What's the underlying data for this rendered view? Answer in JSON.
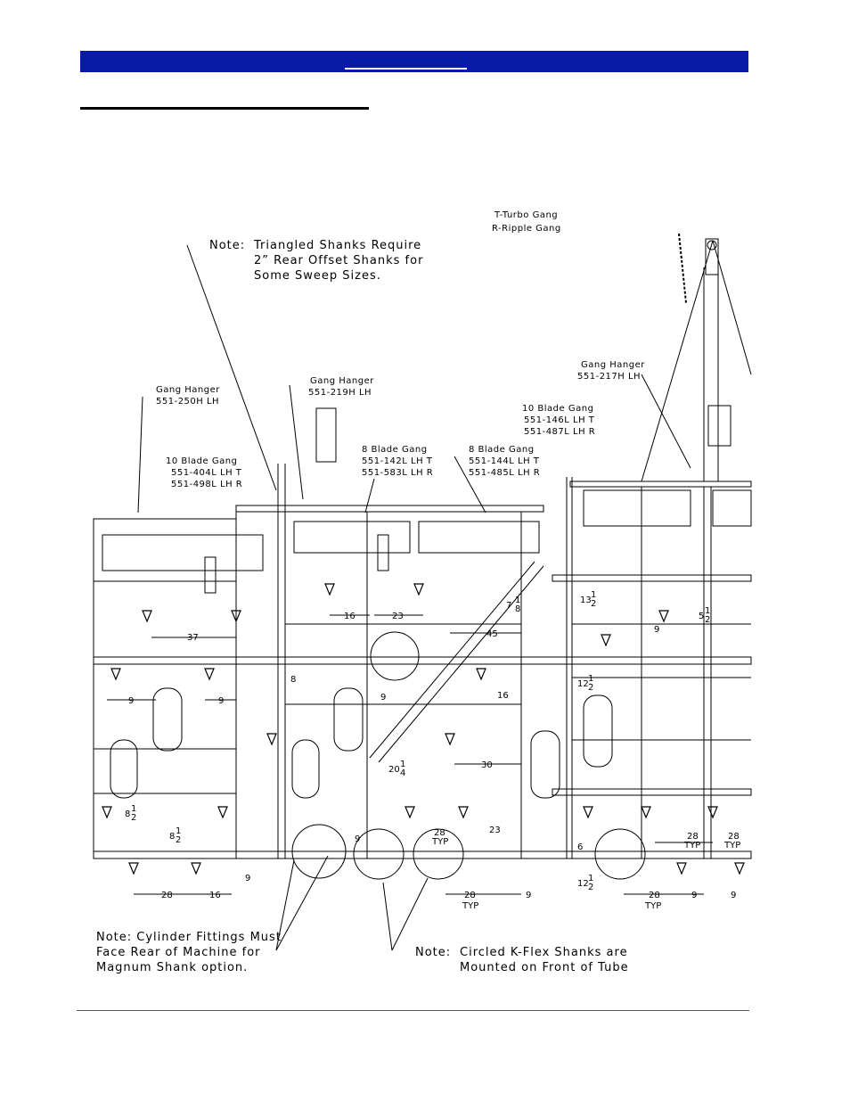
{
  "header": {
    "bar_color": "#0a1aa8"
  },
  "legend": {
    "line1": "T-Turbo Gang",
    "line2": "R-Ripple Gang"
  },
  "notes": {
    "triangled": [
      "Note:",
      "Triangled Shanks Require",
      "2” Rear Offset Shanks for",
      "Some Sweep Sizes."
    ],
    "cylinder": [
      "Note:  Cylinder Fittings Must",
      "Face Rear of Machine for",
      "Magnum Shank option."
    ],
    "circled": [
      "Note:",
      "Circled K-Flex Shanks are",
      "Mounted on Front of Tube"
    ]
  },
  "callouts": {
    "gh250": [
      "Gang Hanger",
      "551-250H  LH"
    ],
    "gh219": [
      "Gang Hanger",
      "551-219H  LH"
    ],
    "gh217": [
      "Gang Hanger",
      "551-217H  LH"
    ],
    "g10_404": [
      "10 Blade Gang",
      "551-404L  LH  T",
      "551-498L  LH  R"
    ],
    "g8_142": [
      "8 Blade Gang",
      "551-142L  LH  T",
      "551-583L  LH  R"
    ],
    "g8_144": [
      "8 Blade Gang",
      "551-144L  LH  T",
      "551-485L  LH  R"
    ],
    "g10_146": [
      "10 Blade Gang",
      "551-146L  LH  T",
      "551-487L  LH  R"
    ]
  },
  "dimensions": {
    "d16a": "16",
    "d23a": "23",
    "d7": "7",
    "d7n": "1",
    "d7d": "8",
    "d45": "45",
    "d13": "13",
    "d13n": "1",
    "d13d": "2",
    "d5": "5",
    "d5n": "1",
    "d5d": "2",
    "d9a": "9",
    "d37": "37",
    "d8": "8",
    "d9b": "9",
    "d9c": "9",
    "d9d": "9",
    "d16b": "16",
    "d12a": "12",
    "d12an": "1",
    "d12ad": "2",
    "d30": "30",
    "d20": "20",
    "d20n": "1",
    "d20d": "4",
    "d8a": "8",
    "d8an": "1",
    "d8ad": "2",
    "d8b": "8",
    "d8bn": "1",
    "d8bd": "2",
    "d9e": "9",
    "d28a": "28",
    "typ": "TYP",
    "d23b": "23",
    "d6": "6",
    "d28b": "28",
    "d28c": "28",
    "d28d": "28",
    "d16c": "16",
    "d9f": "9",
    "d28e": "28",
    "d9g": "9",
    "d12b": "12",
    "d12bn": "1",
    "d12bd": "2",
    "d28f": "28",
    "d9h": "9",
    "d9i": "9"
  }
}
